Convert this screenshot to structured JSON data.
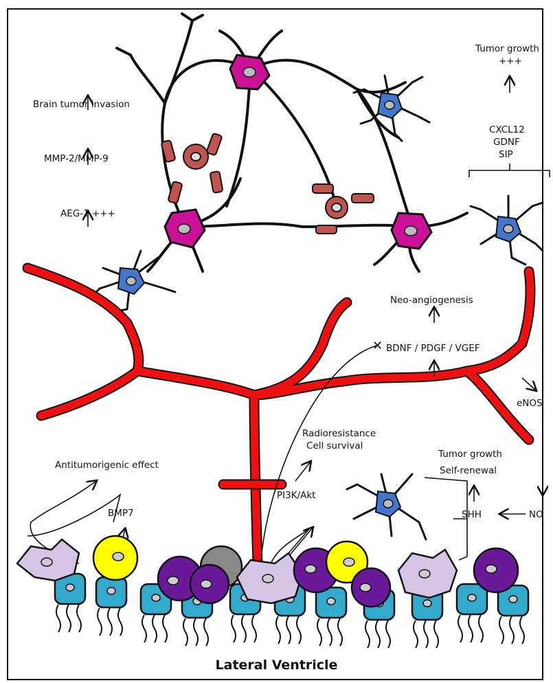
{
  "labels": {
    "brain_tumor_invasion": "Brain tumor invasion",
    "mmp": "MMP-2/MMP-9",
    "aeg": "AEG-1 +++",
    "tumor_growth_top": "Tumor growth",
    "plus_top": "+++",
    "cxcl12": "CXCL12",
    "gdnf": "GDNF",
    "sip": "SIP",
    "neo_angiogenesis": "Neo-angiogenesis",
    "bdnf": "BDNF / PDGF / VGEF",
    "enos": "eNOS",
    "radioresistance": "Radioresistance",
    "cell_survival": "Cell survival",
    "pi3k": "PI3K/Akt",
    "tumor_growth_bottom": "Tumor growth",
    "self_renewal": "Self-renewal",
    "shh": "SHH",
    "no": "NO",
    "antitumorigenic": "Antitumorigenic effect",
    "bmp7": "BMP7",
    "inhibit_mark": "✕",
    "title": "Lateral Ventricle"
  },
  "colors": {
    "vessel": "#ee1111",
    "neuron": "#cc1199",
    "astrocyte": "#4477cc",
    "pericyte": "#c0554f",
    "ependymal": "#33aacc",
    "microglia": "#d5c4e6",
    "yellow_cell": "#ffff00",
    "purple_cell": "#6a1a99",
    "gray_cell": "#888888"
  }
}
